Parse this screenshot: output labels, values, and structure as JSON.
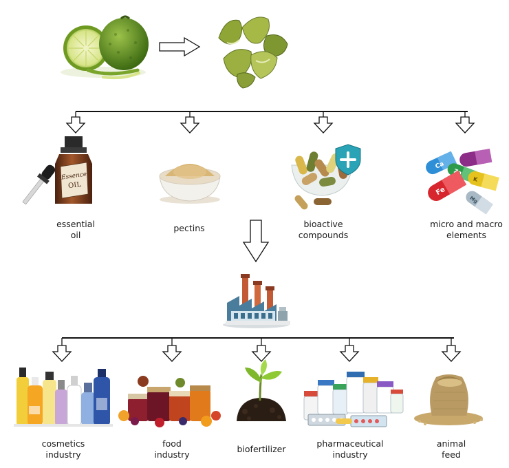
{
  "bottle_label": [
    "Essence",
    "OIL"
  ],
  "mineral_symbols": [
    "Ca",
    "Zn",
    "Fe",
    "K",
    "Mg"
  ],
  "derivatives": [
    {
      "line1": "essential",
      "line2": "oil",
      "icon": "essential-oil-bottle"
    },
    {
      "line1": "pectins",
      "line2": "",
      "icon": "pectin-powder-bowl"
    },
    {
      "line1": "bioactive",
      "line2": "compounds",
      "icon": "capsules-bowl-shield"
    },
    {
      "line1": "micro and macro",
      "line2": "elements",
      "icon": "mineral-pills"
    }
  ],
  "industries": [
    {
      "line1": "cosmetics",
      "line2": "industry",
      "icon": "cosmetic-bottles"
    },
    {
      "line1": "food",
      "line2": "industry",
      "icon": "jam-jars-fruits"
    },
    {
      "line1": "biofertilizer",
      "line2": "",
      "icon": "sprout-soil"
    },
    {
      "line1": "pharmaceutical",
      "line2": "industry",
      "icon": "medicine-bottles"
    },
    {
      "line1": "animal",
      "line2": "feed",
      "icon": "grain-sack"
    }
  ],
  "colors": {
    "line": "#111111",
    "bergamot": "#5f8f22",
    "peel": "#8da83a",
    "oil_bottle": "#7a3b1d",
    "factory": "#3b6d8c"
  }
}
